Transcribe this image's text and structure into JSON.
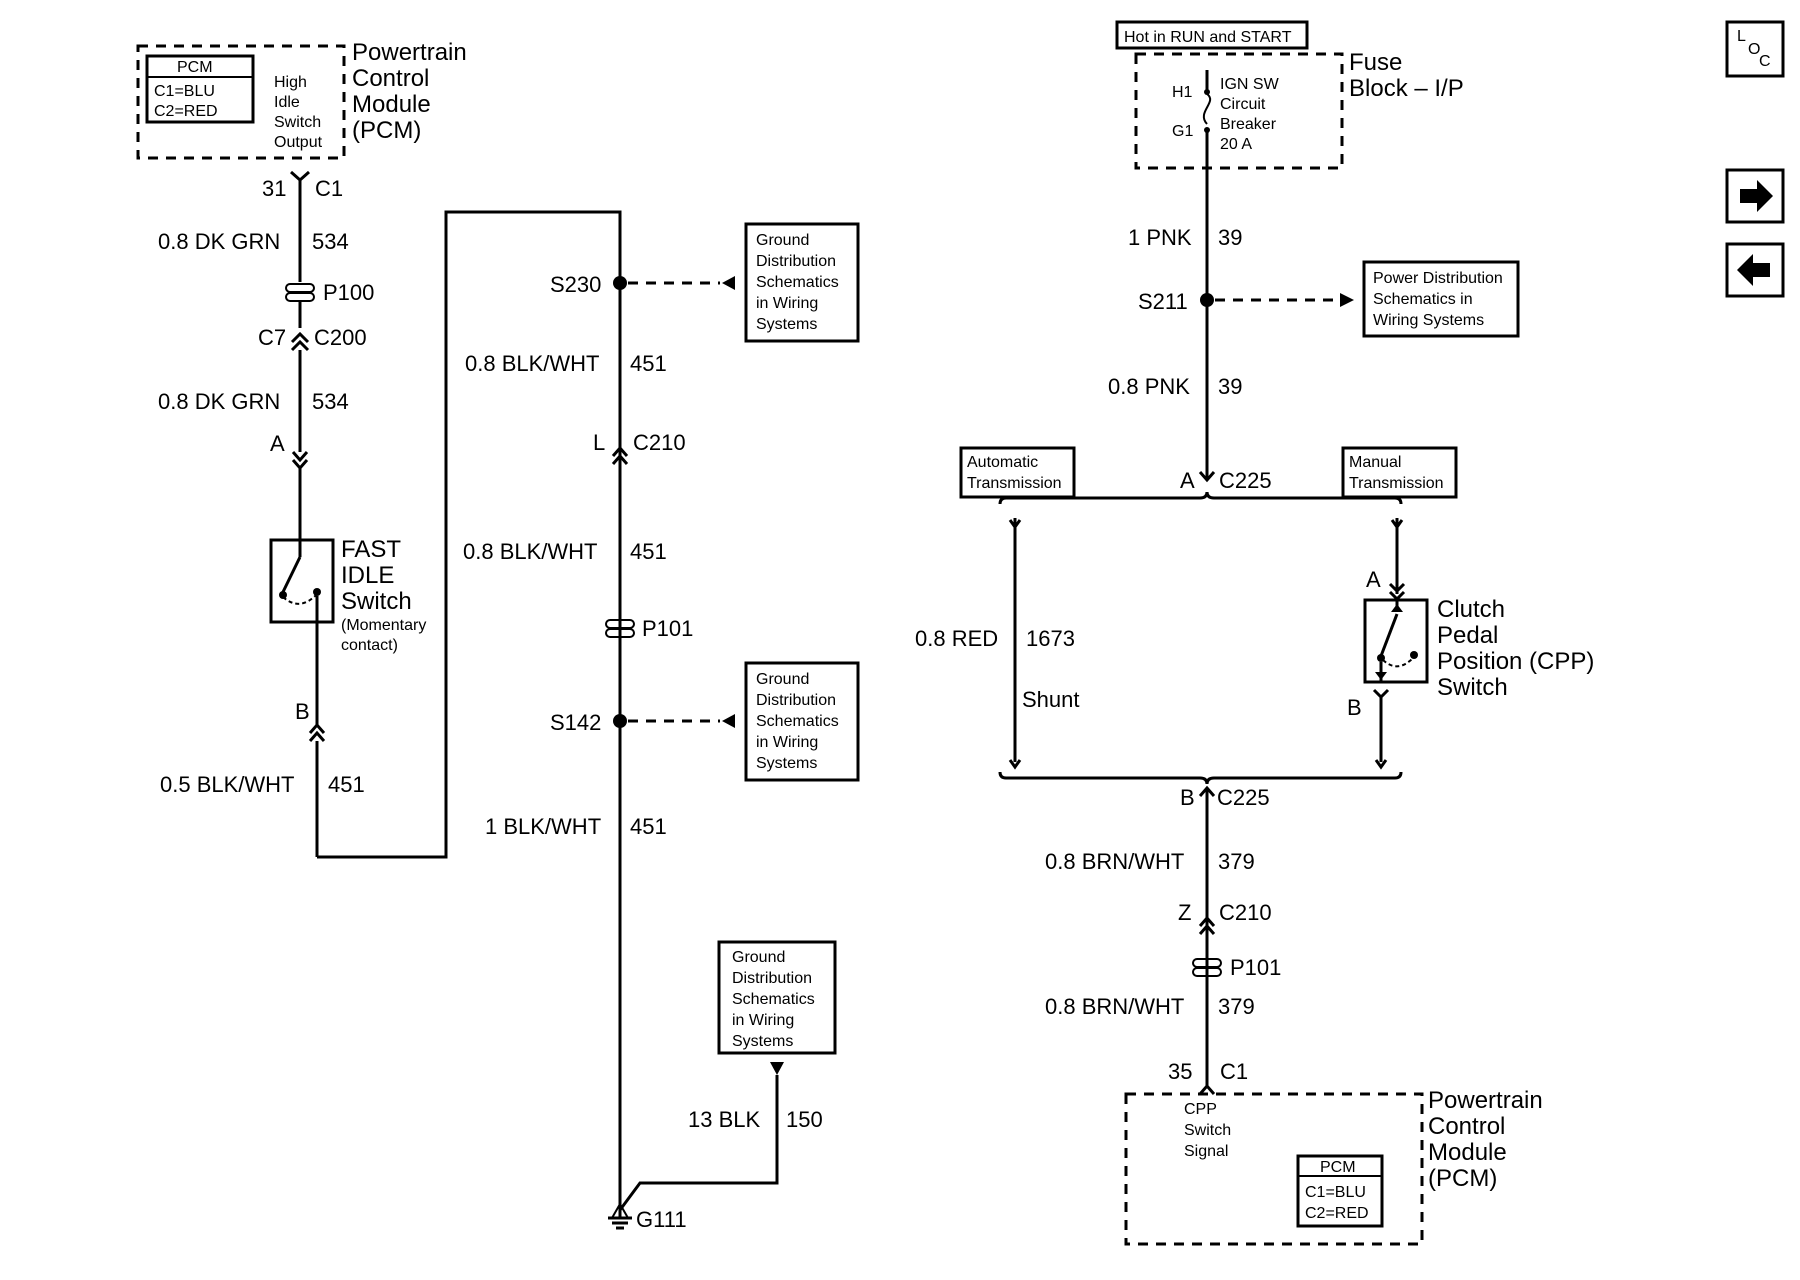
{
  "pcm_top": {
    "inner_title": "PCM",
    "c1": "C1=BLU",
    "c2": "C2=RED",
    "output_lines": [
      "High",
      "Idle",
      "Switch",
      "Output"
    ],
    "name_lines": [
      "Powertrain",
      "Control",
      "Module",
      "(PCM)"
    ],
    "pin": "31",
    "connector": "C1"
  },
  "left_wire": {
    "w1_size_color": "0.8 DK GRN",
    "w1_circuit": "534",
    "p100": "P100",
    "c7": "C7",
    "c200": "C200",
    "w2_size_color": "0.8 DK GRN",
    "w2_circuit": "534",
    "pin_a": "A",
    "pin_b": "B",
    "w3_size_color": "0.5 BLK/WHT",
    "w3_circuit": "451"
  },
  "fast_idle_switch": {
    "name_lines": [
      "FAST",
      "IDLE",
      "Switch"
    ],
    "note_lines": [
      "(Momentary",
      "contact)"
    ]
  },
  "ground_wire": {
    "s230": "S230",
    "w1_size_color": "0.8 BLK/WHT",
    "w1_circuit": "451",
    "pin_l": "L",
    "c210": "C210",
    "w2_size_color": "0.8 BLK/WHT",
    "w2_circuit": "451",
    "p101": "P101",
    "s142": "S142",
    "w3_size_color": "1 BLK/WHT",
    "w3_circuit": "451",
    "w4_size_color": "13 BLK",
    "w4_circuit": "150",
    "g111": "G111"
  },
  "ground_refs": [
    {
      "lines": [
        "Ground",
        "Distribution",
        "Schematics",
        "in Wiring",
        "Systems"
      ]
    },
    {
      "lines": [
        "Ground",
        "Distribution",
        "Schematics",
        "in Wiring",
        "Systems"
      ]
    },
    {
      "lines": [
        "Ground",
        "Distribution",
        "Schematics",
        "in Wiring",
        "Systems"
      ]
    }
  ],
  "fuse_block": {
    "hot_label": "Hot in RUN and START",
    "h1": "H1",
    "g1": "G1",
    "breaker_lines": [
      "IGN SW",
      "Circuit",
      "Breaker",
      "20 A"
    ],
    "name_lines": [
      "Fuse",
      "Block – I/P"
    ]
  },
  "right_wire": {
    "w1_size_color": "1 PNK",
    "w1_circuit": "39",
    "s211": "S211",
    "w2_size_color": "0.8 PNK",
    "w2_circuit": "39",
    "pin_a": "A",
    "c225_top": "C225",
    "shunt_size_color": "0.8 RED",
    "shunt_circuit": "1673",
    "shunt_label": "Shunt",
    "pin_b": "B",
    "c225_bottom": "C225",
    "w3_size_color": "0.8 BRN/WHT",
    "w3_circuit": "379",
    "pin_z": "Z",
    "c210": "C210",
    "p101": "P101",
    "w4_size_color": "0.8 BRN/WHT",
    "w4_circuit": "379",
    "pin_35": "35",
    "c1": "C1"
  },
  "power_ref": {
    "lines": [
      "Power Distribution",
      "Schematics in",
      "Wiring Systems"
    ]
  },
  "auto_trans": {
    "lines": [
      "Automatic",
      "Transmission"
    ]
  },
  "manual_trans": {
    "lines": [
      "Manual",
      "Transmission"
    ]
  },
  "cpp_switch": {
    "pin_a": "A",
    "pin_b": "B",
    "name_lines": [
      "Clutch",
      "Pedal",
      "Position (CPP)",
      "Switch"
    ]
  },
  "pcm_bottom": {
    "signal_lines": [
      "CPP",
      "Switch",
      "Signal"
    ],
    "inner_title": "PCM",
    "c1": "C1=BLU",
    "c2": "C2=RED",
    "name_lines": [
      "Powertrain",
      "Control",
      "Module",
      "(PCM)"
    ]
  },
  "nav": {
    "loc_top": "L",
    "loc_mid": "O",
    "loc_bot": "C",
    "forward_icon": "right-arrow-icon",
    "back_icon": "left-arrow-icon"
  }
}
